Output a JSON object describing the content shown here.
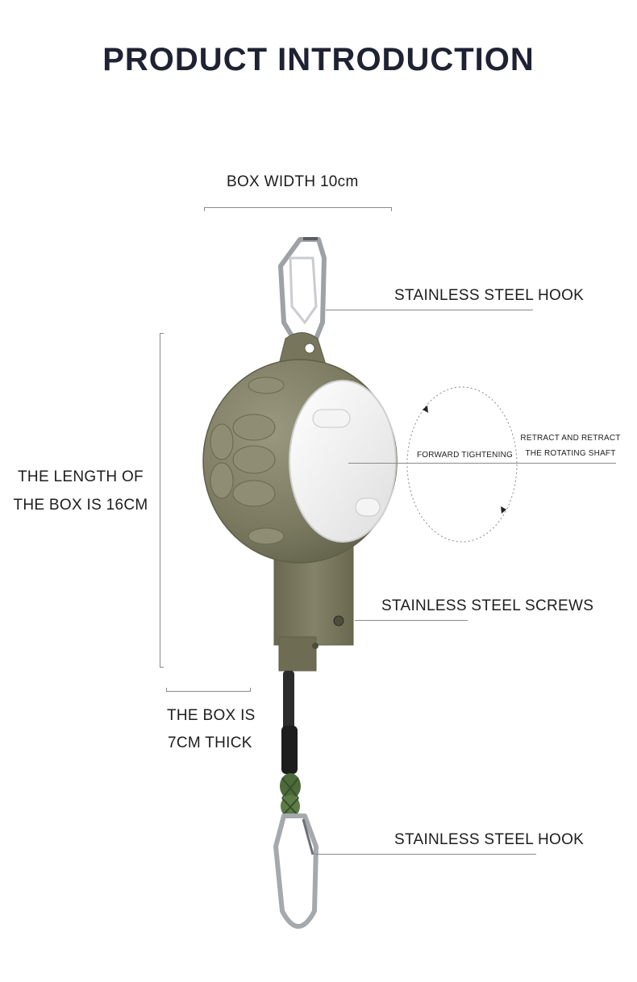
{
  "title": "PRODUCT INTRODUCTION",
  "labels": {
    "box_width": "BOX WIDTH  10cm",
    "hook_top": "STAINLESS STEEL HOOK",
    "length_line1": "THE LENGTH OF",
    "length_line2": "THE BOX IS 16CM",
    "forward_tightening": "FORWARD TIGHTENING",
    "retract_line1": "RETRACT AND RETRACT",
    "retract_line2": "THE ROTATING SHAFT",
    "screws": "STAINLESS STEEL SCREWS",
    "thick_line1": "THE BOX IS",
    "thick_line2": "7CM THICK",
    "hook_bottom": "STAINLESS STEEL HOOK"
  },
  "colors": {
    "title": "#1f2233",
    "body_olive": "#7b7a61",
    "body_olive_dark": "#5f5e48",
    "cap_white": "#ececec",
    "steel": "#b9bcc0",
    "cord": "#2b2b2b",
    "rope_green": "#4d6b3a"
  }
}
